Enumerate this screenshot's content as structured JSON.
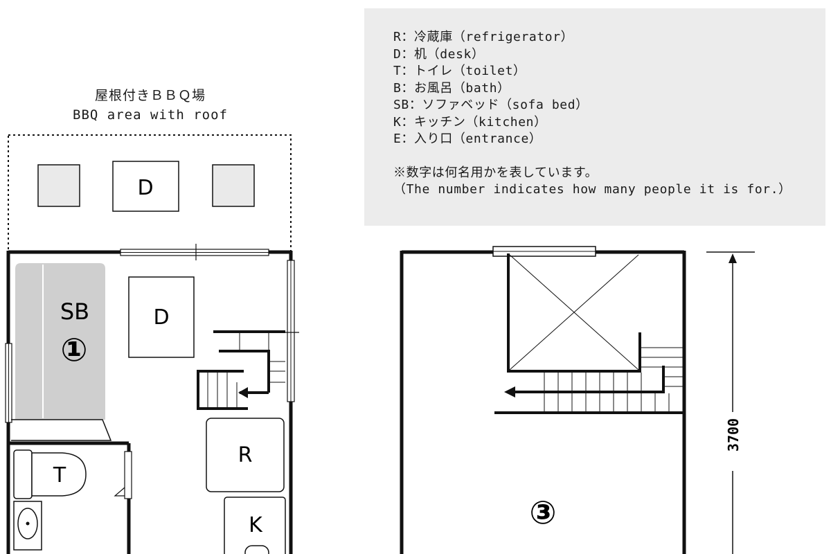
{
  "legend": {
    "lines": [
      "R：冷蔵庫（refrigerator）",
      "D：机（desk）",
      "T：トイレ（toilet）",
      "B：お風呂（bath）",
      "SB：ソファベッド（sofa bed）",
      "K：キッチン（kitchen）",
      "E：入り口（entrance）"
    ],
    "note_lines": [
      "※数字は何名用かを表しています。",
      "（The number indicates how many people it is for.）"
    ]
  },
  "bbq_area": {
    "title_ja": "屋根付きＢＢＱ場",
    "title_en": "BBQ area with roof",
    "desk_label": "D"
  },
  "ground_floor": {
    "sofa_bed_label": "SB",
    "sofa_bed_capacity": "①",
    "desk_label": "D",
    "refrigerator_label": "R",
    "toilet_label": "T",
    "kitchen_label": "K"
  },
  "upper_floor": {
    "capacity": "③",
    "dimension_label": "3700"
  },
  "colors": {
    "legend_bg": "#ececec",
    "sofa_fill": "#cfcfcf",
    "chair_fill": "#eaeaea",
    "wall": "#111111"
  }
}
